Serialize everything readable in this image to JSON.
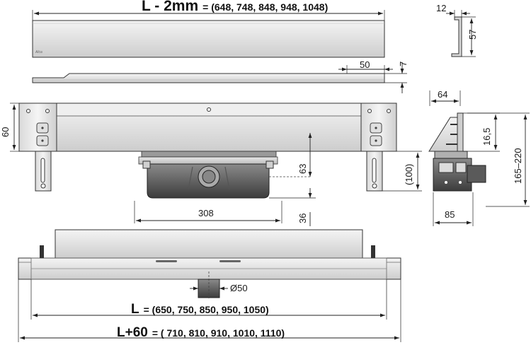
{
  "labels": {
    "cover_length_main": "L - 2mm",
    "cover_length_values": "= (648, 748, 848, 948, 1048)",
    "channel_length_main": "L",
    "channel_length_values": "= (650, 750, 850, 950, 1050)",
    "overall_length_main": "L+60",
    "overall_length_values": "= ( 710, 810, 910, 1010, 1110)",
    "dim_12": "12",
    "dim_57": "57",
    "dim_50": "50",
    "dim_7": "7",
    "dim_64": "64",
    "dim_60": "60",
    "dim_63": "63",
    "dim_100": "(100)",
    "dim_16_5": "16,5",
    "dim_165_220": "165–220",
    "dim_308": "308",
    "dim_36": "36",
    "dim_85": "85",
    "dim_d50": "Ø50",
    "logo_text": "Alca"
  },
  "colors": {
    "line": "#222222",
    "panel_top": "#f2f2f2",
    "panel_bottom": "#c9c9c9",
    "outlet_dark": "#4a4a4a",
    "outlet_mid": "#7a7a7a"
  }
}
